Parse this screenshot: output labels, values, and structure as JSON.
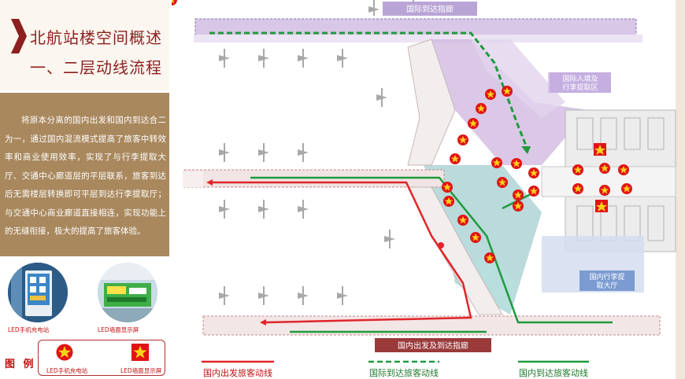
{
  "heading": {
    "line1": "北航站楼空间概述",
    "line2": "一、二层动线流程"
  },
  "description": "将原本分离的国内出发和国内到达合二为一，通过国内混流模式提高了旅客中转效率和商业使用效率，实现了与行李提取大厅、交通中心廊道层的平层联系，旅客到达后无需楼层转换即可平层到达行李提取厅；与交通中心商业廊道直接相连，实现功能上的无缝衔接，极大的提高了旅客体验。",
  "photos": [
    {
      "caption": "LED手机充电站"
    },
    {
      "caption": "LED墙面显示屏"
    }
  ],
  "legend": {
    "label": "图 例",
    "items": [
      {
        "label": "LED手机充电站",
        "icon": "star-circle-icon",
        "color": "#e01414"
      },
      {
        "label": "LED墙面显示屏",
        "icon": "star-square-icon",
        "color": "#e01414"
      }
    ]
  },
  "map": {
    "zones": {
      "intl_arrival_corridor": "国际到达指廊",
      "intl_entry_baggage": "国际入境及行李提取区",
      "intl_entry_baggage_line1": "国际入境及",
      "intl_entry_baggage_line2": "行李提取区",
      "domestic_baggage_hall": "国内行李提取大厅",
      "domestic_baggage_line1": "国内行李提",
      "domestic_baggage_line2": "取大厅",
      "domestic_corridor": "国内出发及到达指廊"
    }
  },
  "flow_legend": [
    {
      "label": "国内出发旅客动线",
      "color": "#e0252a",
      "style": "solid"
    },
    {
      "label": "国际到达旅客动线",
      "color": "#1f9a3c",
      "style": "dashed"
    },
    {
      "label": "国内到达旅客动线",
      "color": "#1f9a3c",
      "style": "solid"
    }
  ],
  "colors": {
    "heading": "#8c1f1f",
    "desc_bg": "#a9885e",
    "purple_zone": "#b79ad0",
    "teal_zone": "#8fc3c6",
    "red_banner": "#9a3a3a",
    "blue_banner": "#6b8fc9"
  }
}
